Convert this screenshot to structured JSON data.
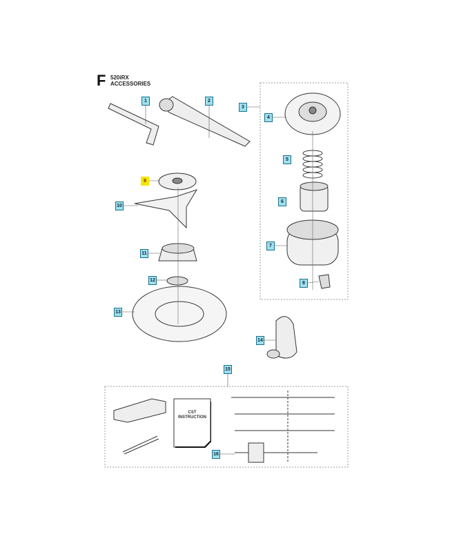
{
  "header": {
    "section": "F",
    "model": "520iRX",
    "title": "ACCESSORIES"
  },
  "highlight_color": "#f5e500",
  "label_color": "#9fe0ee",
  "callouts": [
    {
      "num": "1",
      "highlighted": false
    },
    {
      "num": "2",
      "highlighted": false
    },
    {
      "num": "3",
      "highlighted": false
    },
    {
      "num": "4",
      "highlighted": false
    },
    {
      "num": "5",
      "highlighted": false
    },
    {
      "num": "6",
      "highlighted": false
    },
    {
      "num": "7",
      "highlighted": false
    },
    {
      "num": "8",
      "highlighted": false
    },
    {
      "num": "9",
      "highlighted": true
    },
    {
      "num": "10",
      "highlighted": false
    },
    {
      "num": "11",
      "highlighted": false
    },
    {
      "num": "12",
      "highlighted": false
    },
    {
      "num": "13",
      "highlighted": false
    },
    {
      "num": "14",
      "highlighted": false
    },
    {
      "num": "15",
      "highlighted": false
    },
    {
      "num": "16",
      "highlighted": false
    }
  ],
  "kit": {
    "document_title": "CST",
    "document_subtitle": "INSTRUCTION"
  }
}
